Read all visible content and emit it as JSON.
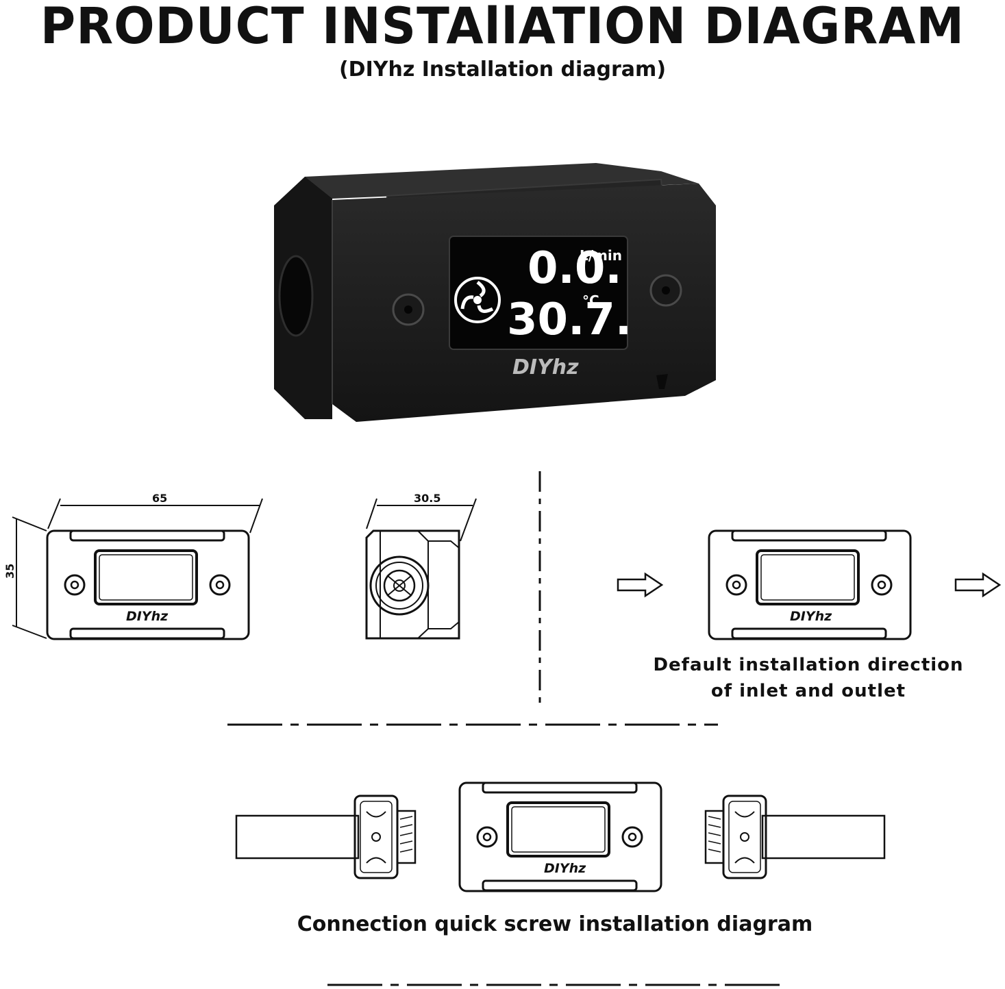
{
  "title": "PRODUCT INSTAllATION DIAGRAM",
  "subtitle": "(DIYhz Installation diagram)",
  "product_photo": {
    "display": {
      "flow_value": "0.0.",
      "flow_unit": "L/min",
      "temp_value": "30.7.",
      "temp_unit": "°C"
    },
    "brand": "DIYhz"
  },
  "dimensions": {
    "width": "65",
    "height": "35",
    "depth": "30.5"
  },
  "drawing_brand": "DIYhz",
  "captions": {
    "default_direction_line1": "Default installation direction",
    "default_direction_line2": "of inlet and outlet",
    "connection": "Connection quick screw installation diagram"
  },
  "colors": {
    "body": "#1c1c1c",
    "screen": "#050505",
    "screen_text": "#ffffff",
    "line": "#111111"
  }
}
